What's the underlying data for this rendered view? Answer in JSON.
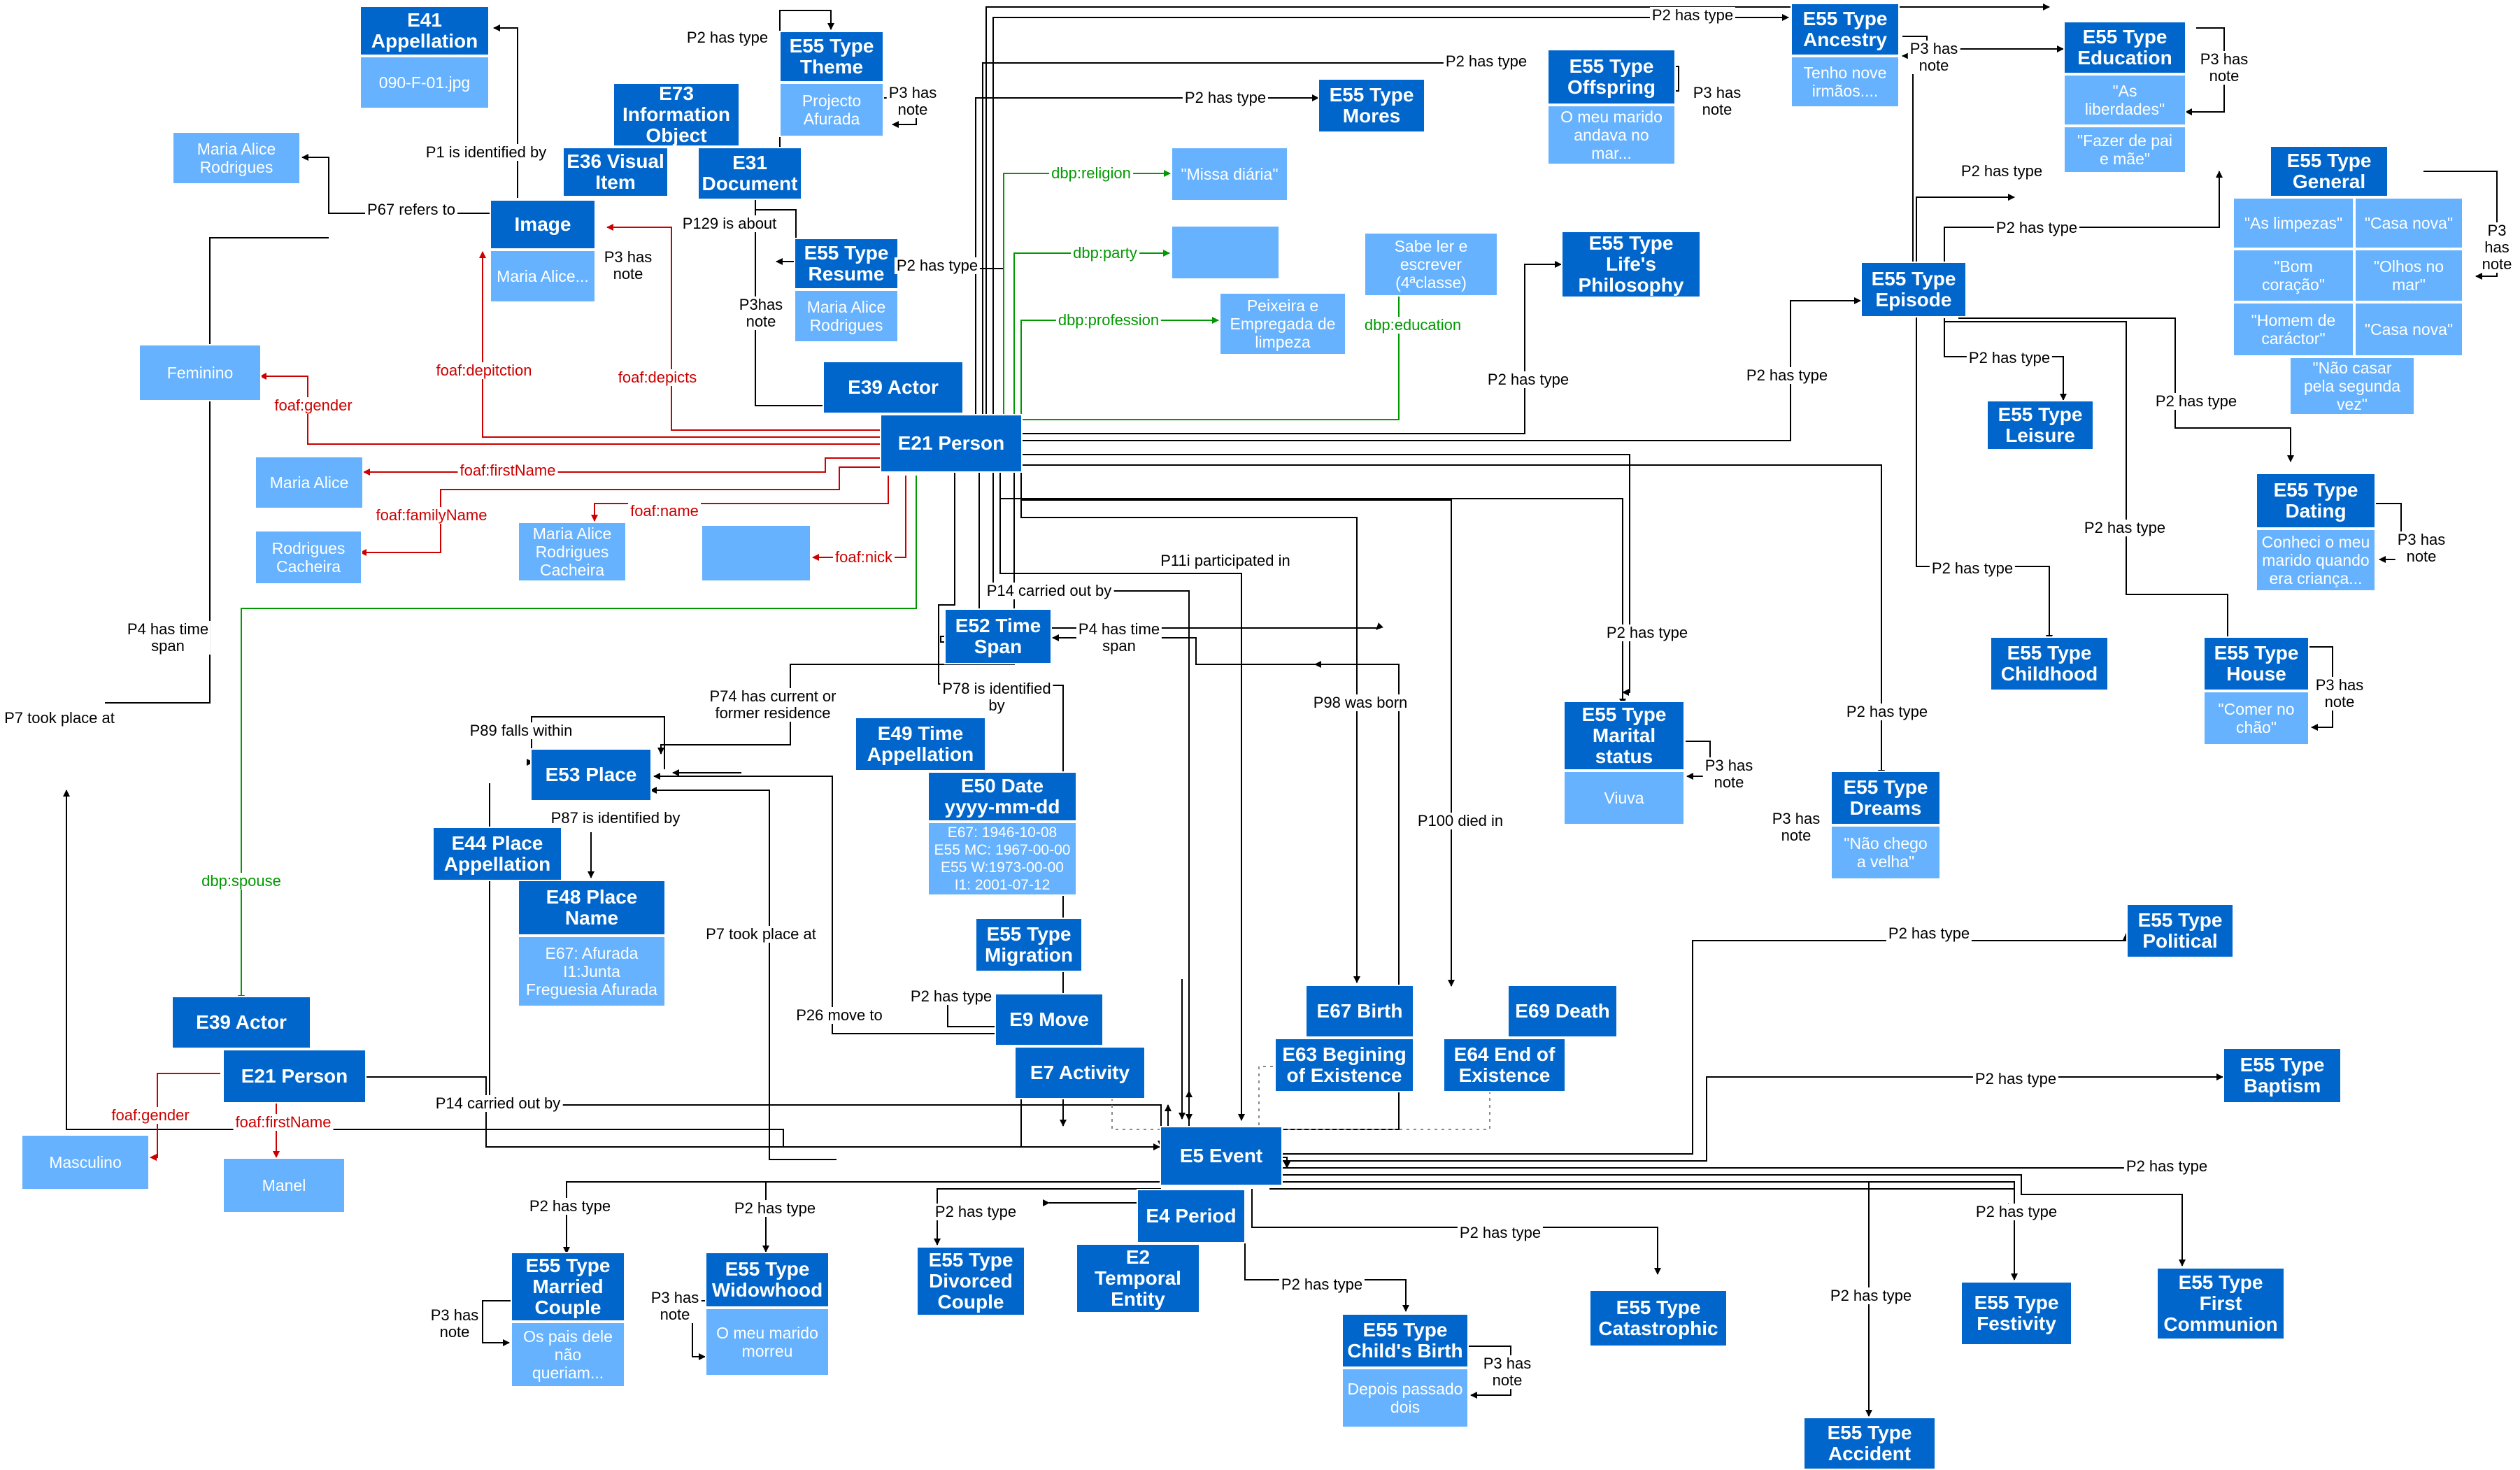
{
  "colors": {
    "dark": "#0066cc",
    "light": "#66b2ff",
    "black_edge": "#000000",
    "foaf_edge": "#cc0000",
    "dbp_edge": "#009900"
  },
  "nodes": {
    "e41": "E41\nAppellation",
    "e41_val": "090-F-01.jpg",
    "e73": "E73\nInformation\nObject",
    "e36": "E36 Visual\nItem",
    "e31": "E31\nDocument",
    "theme": "E55 Type\nTheme",
    "theme_val": "Projecto\nAfurada",
    "mores": "E55 Type\nMores",
    "offspring": "E55 Type\nOffspring",
    "offspring_val": "O meu marido\nandava no\nmar...",
    "ancestry": "E55 Type\nAncestry",
    "ancestry_val": "Tenho nove\nirmãos....",
    "education": "E55 Type\nEducation",
    "education_v1": "\"As\nliberdades\"",
    "education_v2": "\"Fazer de pai\ne mãe\"",
    "general": "E55 Type\nGeneral",
    "gen1": "\"As limpezas\"",
    "gen2": "\"Casa nova\"",
    "gen3": "\"Bom\ncoração\"",
    "gen4": "\"Olhos no\nmar\"",
    "gen5": "\"Homem de\ncaráctor\"",
    "gen6": "\"Casa nova\"",
    "gen7": "\"Não casar\npela segunda\nvez\"",
    "maria_alice_rodrigues": "Maria Alice\nRodrigues",
    "image": "Image",
    "image_val": "Maria Alice...",
    "resume": "E55 Type\nResume",
    "resume_val": "Maria Alice\nRodrigues",
    "religion": "\"Missa diária\"",
    "education_lit": "Sabe ler e\nescrever\n(4ªclasse)",
    "lifes_philosophy": "E55 Type\nLife's\nPhilosophy",
    "profession": "Peixeira e\nEmpregada de\nlimpeza",
    "episode": "E55 Type\nEpisode",
    "feminino": "Feminino",
    "e39_top": "E39 Actor",
    "e21_top": "E21 Person",
    "leisure": "E55 Type\nLeisure",
    "maria_alice": "Maria Alice",
    "rodrigues_cacheira": "Rodrigues\nCacheira",
    "maria_alice_full": "Maria Alice\nRodrigues\nCacheira",
    "dating": "E55 Type\nDating",
    "dating_val": "Conheci o meu\nmarido quando\nera criança...",
    "e52": "E52 Time\nSpan",
    "childhood": "E55 Type\nChildhood",
    "house": "E55 Type\nHouse",
    "house_val": "\"Comer no\nchão\"",
    "e49": "E49 Time\nAppellation",
    "e50": "E50 Date\nyyyy-mm-dd",
    "e50_val": "E67: 1946-10-08\nE55 MC: 1967-00-00\nE55 W:1973-00-00\nI1:  2001-07-12",
    "marital": "E55 Type\nMarital\nstatus",
    "marital_val": "Viuva",
    "e53": "E53 Place",
    "dreams": "E55 Type\nDreams",
    "dreams_val": "\"Não chego\na velha\"",
    "e44": "E44 Place\nAppellation",
    "e48": "E48 Place\nName",
    "e48_val": "E67: Afurada\nI1:Junta\nFreguesia Afurada",
    "political": "E55 Type\nPolitical",
    "migration": "E55 Type\nMigration",
    "e9": "E9 Move",
    "e7": "E7 Activity",
    "e67": "E67 Birth",
    "e63": "E63 Begining\nof Existence",
    "e69": "E69 Death",
    "e64": "E64 End of\nExistence",
    "baptism": "E55 Type\nBaptism",
    "e39_b": "E39 Actor",
    "e21_b": "E21 Person",
    "masculino": "Masculino",
    "manel": "Manel",
    "e5": "E5 Event",
    "e4": "E4 Period",
    "e2": "E2\nTemporal\nEntity",
    "married": "E55 Type\nMarried\nCouple",
    "married_val": "Os pais dele\nnão\nqueriam...",
    "widowhood": "E55 Type\nWidowhood",
    "widowhood_val": "O meu marido\nmorreu",
    "divorced": "E55 Type\nDivorced\nCouple",
    "childbirth": "E55 Type\nChild's Birth",
    "childbirth_val": "Depois passado\ndois",
    "catastrophic": "E55 Type\nCatastrophic",
    "festivity": "E55 Type\nFestivity",
    "first_communion": "E55 Type\nFirst\nCommunion",
    "accident": "E55 Type\nAccident"
  },
  "edge_labels": {
    "p2_has_type": "P2 has type",
    "p3_has_note": "P3 has\nnote",
    "p3has_note": "P3has\nnote",
    "p1": "P1 is identified by",
    "p67": "P67 refers to",
    "p129": "P129 is about",
    "foaf_depiction": "foaf:depitction",
    "foaf_depicts": "foaf:depicts",
    "foaf_gender": "foaf:gender",
    "foaf_firstname": "foaf:firstName",
    "foaf_familyname": "foaf:familyName",
    "foaf_name": "foaf:name",
    "foaf_nick": "foaf:nick",
    "dbp_religion": "dbp:religion",
    "dbp_party": "dbp:party",
    "dbp_profession": "dbp:profession",
    "dbp_education": "dbp:education",
    "dbp_spouse": "dbp:spouse",
    "p4": "P4 has time\nspan",
    "p7": "P7 took place at",
    "p74": "P74 has current or\nformer residence",
    "p78": "P78 is identified\nby",
    "p89": "P89 falls within",
    "p87": "P87 is identified by",
    "p14": "P14 carried out by",
    "p11i": "P11i participated in",
    "p98": "P98 was born",
    "p100": "P100 died in",
    "p26": "P26 move to"
  }
}
